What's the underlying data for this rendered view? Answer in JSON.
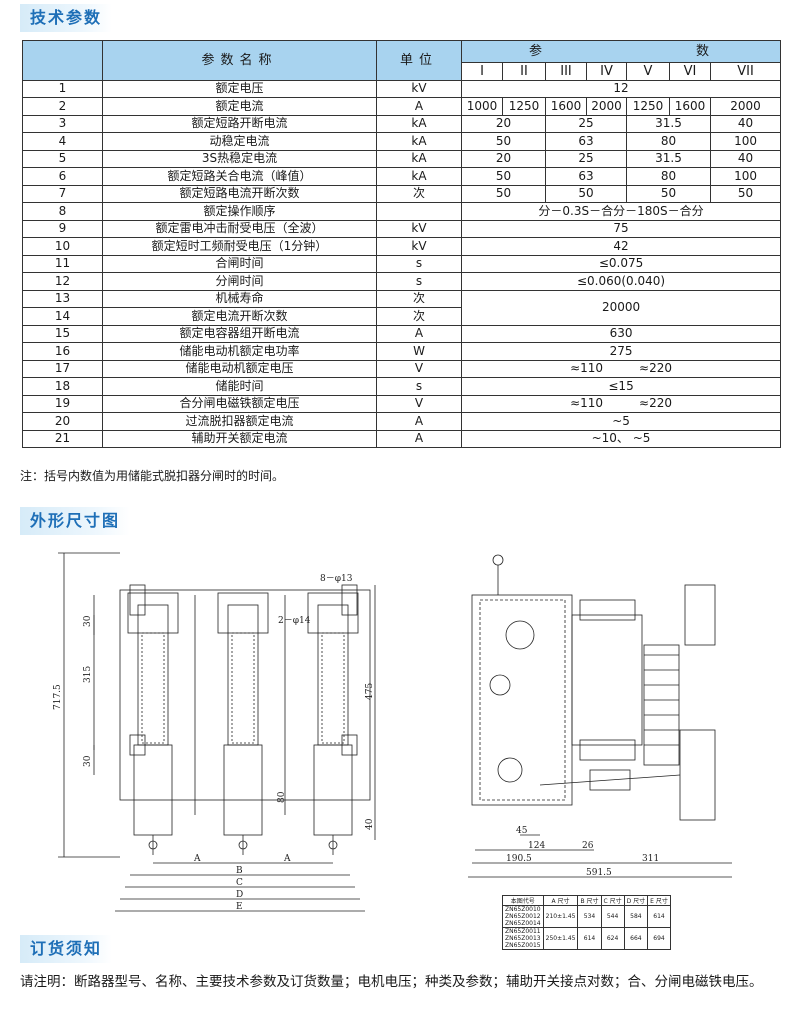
{
  "titles": {
    "tech": "技术参数",
    "dims": "外形尺寸图",
    "order": "订货须知"
  },
  "table": {
    "head_name": "参数名称",
    "head_unit": "单位",
    "head_params_a": "参",
    "head_params_b": "数",
    "roman": [
      "I",
      "II",
      "III",
      "IV",
      "V",
      "VI",
      "VII"
    ],
    "rows": [
      {
        "no": "1",
        "name": "额定电压",
        "unit": "kV"
      },
      {
        "no": "2",
        "name": "额定电流",
        "unit": "A"
      },
      {
        "no": "3",
        "name": "额定短路开断电流",
        "unit": "kA"
      },
      {
        "no": "4",
        "name": "动稳定电流",
        "unit": "kA"
      },
      {
        "no": "5",
        "name": "3S热稳定电流",
        "unit": "kA"
      },
      {
        "no": "6",
        "name": "额定短路关合电流（峰值）",
        "unit": "kA"
      },
      {
        "no": "7",
        "name": "额定短路电流开断次数",
        "unit": "次"
      },
      {
        "no": "8",
        "name": "额定操作顺序",
        "unit": ""
      },
      {
        "no": "9",
        "name": "额定雷电冲击耐受电压（全波）",
        "unit": "kV"
      },
      {
        "no": "10",
        "name": "额定短时工频耐受电压（1分钟）",
        "unit": "kV"
      },
      {
        "no": "11",
        "name": "合闸时间",
        "unit": "s"
      },
      {
        "no": "12",
        "name": "分闸时间",
        "unit": "s"
      },
      {
        "no": "13",
        "name": "机械寿命",
        "unit": "次"
      },
      {
        "no": "14",
        "name": "额定电流开断次数",
        "unit": "次"
      },
      {
        "no": "15",
        "name": "额定电容器组开断电流",
        "unit": "A"
      },
      {
        "no": "16",
        "name": "储能电动机额定电功率",
        "unit": "W"
      },
      {
        "no": "17",
        "name": "储能电动机额定电压",
        "unit": "V"
      },
      {
        "no": "18",
        "name": "储能时间",
        "unit": "s"
      },
      {
        "no": "19",
        "name": "合分闸电磁铁额定电压",
        "unit": "V"
      },
      {
        "no": "20",
        "name": "过流脱扣器额定电流",
        "unit": "A"
      },
      {
        "no": "21",
        "name": "辅助开关额定电流",
        "unit": "A"
      }
    ],
    "v1": "12",
    "v2": [
      "1000",
      "1250",
      "1600",
      "2000",
      "1250",
      "1600",
      "2000"
    ],
    "v3": [
      "20",
      "25",
      "31.5",
      "40"
    ],
    "v4": [
      "50",
      "63",
      "80",
      "100"
    ],
    "v5": [
      "20",
      "25",
      "31.5",
      "40"
    ],
    "v6": [
      "50",
      "63",
      "80",
      "100"
    ],
    "v7": [
      "50",
      "50",
      "50",
      "50"
    ],
    "v8": "分－0.3S－合分－180S－合分",
    "v9": "75",
    "v10": "42",
    "v11": "≤0.075",
    "v12": "≤0.060(0.040)",
    "v13_14": "20000",
    "v15": "630",
    "v16": "275",
    "v17a": "≈110",
    "v17b": "≈220",
    "v18": "≤15",
    "v19a": "≈110",
    "v19b": "≈220",
    "v20": "~5",
    "v21": "~10、 ~5"
  },
  "note": "注：括号内数值为用储能式脱扣器分闸时的时间。",
  "drawing": {
    "dims_left": [
      "717.5",
      "315",
      "30",
      "30",
      "475",
      "40",
      "80",
      "8－φ13",
      "2－φ14",
      "A",
      "A",
      "B",
      "C",
      "D",
      "E"
    ],
    "dims_right": [
      "45",
      "124",
      "26",
      "190.5",
      "311",
      "591.5"
    ]
  },
  "dim_table": {
    "headers": [
      "本图代号",
      "A 尺寸",
      "B 尺寸",
      "C 尺寸",
      "D 尺寸",
      "E 尺寸"
    ],
    "codes": [
      "ZN65Z0010",
      "ZN65Z0012",
      "ZN65Z0014",
      "ZN65Z0011",
      "ZN65Z0013",
      "ZN65Z0015"
    ],
    "row1": [
      "210±1.45",
      "534",
      "544",
      "584",
      "614"
    ],
    "row2": [
      "250±1.45",
      "614",
      "624",
      "664",
      "694"
    ]
  },
  "order_text": "请注明：断路器型号、名称、主要技术参数及订货数量；电机电压；种类及参数；辅助开关接点对数；合、分闸电磁铁电压。"
}
